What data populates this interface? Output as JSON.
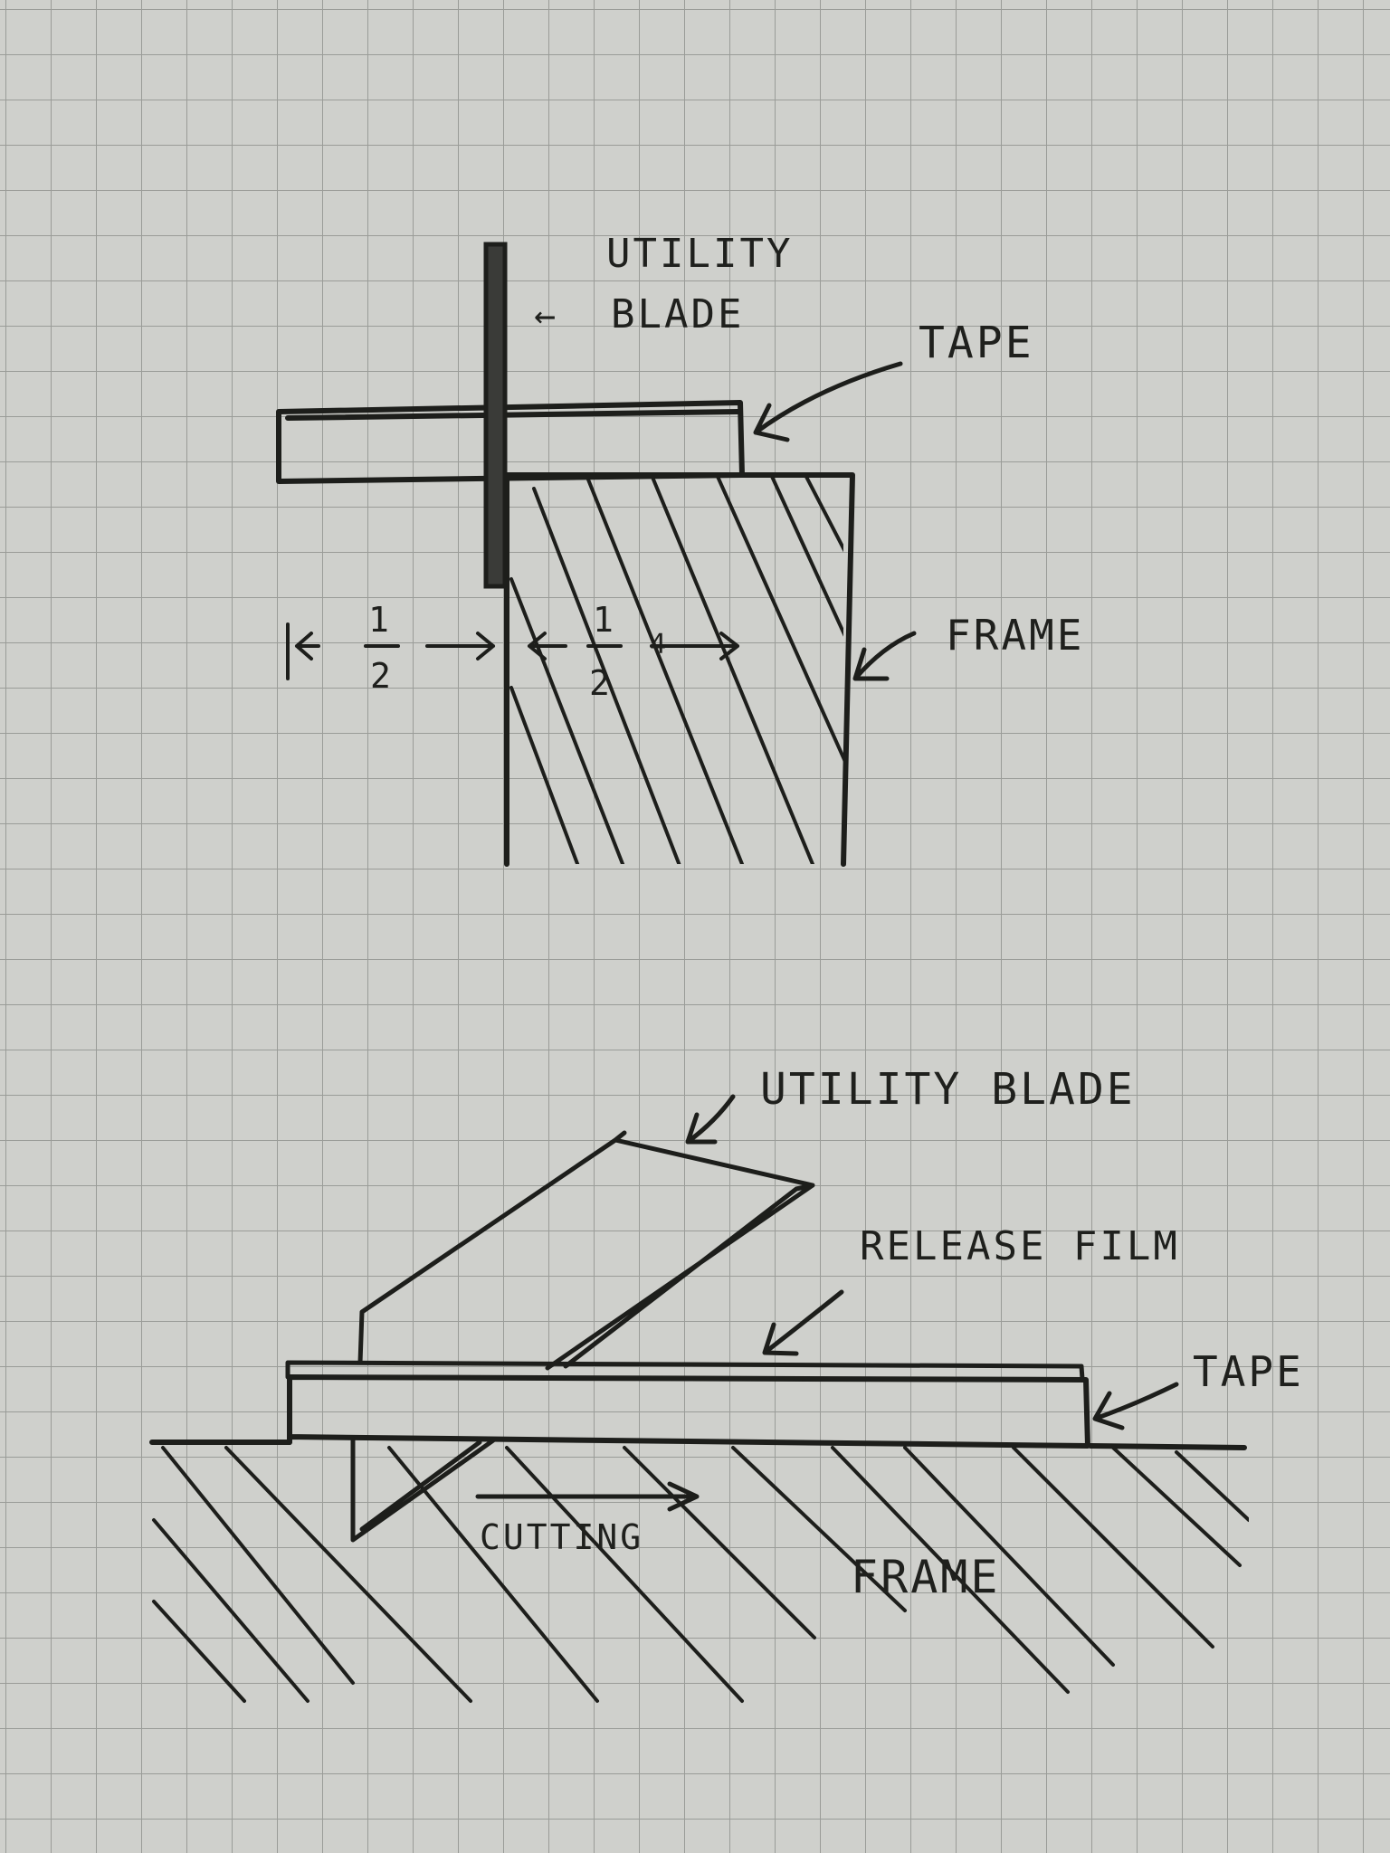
{
  "top_view": {
    "blade_label_line1": "UTILITY",
    "blade_label_line2": "BLADE",
    "tape_label": "TAPE",
    "frame_label": "FRAME",
    "dim_left": {
      "numerator": "1",
      "denominator": "2"
    },
    "dim_right": {
      "numerator": "1",
      "denominator": "2",
      "extra_mark": "4"
    }
  },
  "side_view": {
    "blade_label": "UTILITY BLADE",
    "release_film_label": "RELEASE FILM",
    "tape_label": "TAPE",
    "cutting_label": "CUTTING",
    "frame_label": "FRAME"
  },
  "colors": {
    "paper": "#cfd0cc",
    "grid": "#9a9c98",
    "ink": "#1d1e1b"
  }
}
